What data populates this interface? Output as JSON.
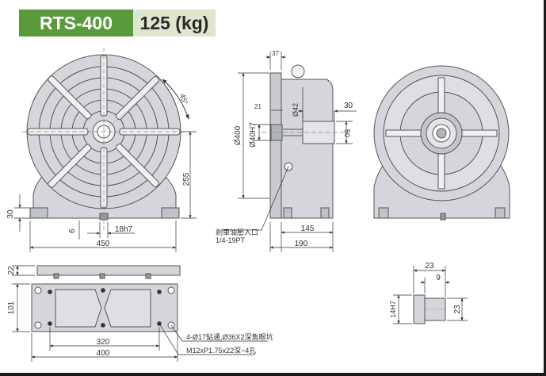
{
  "header": {
    "model": "RTS-400",
    "weight": "125 (kg)"
  },
  "dims": {
    "angle": "45°",
    "h255": "255",
    "h30": "30",
    "d6": "6",
    "slot": "18h7",
    "w450": "450",
    "top37": "37",
    "d21": "21",
    "dia42": "Ø42",
    "w30": "30",
    "dia400": "Ø400",
    "dia40": "Ø40H7",
    "h50": "50",
    "w145": "145",
    "w190": "190",
    "h22": "22",
    "h101": "101",
    "w320": "320",
    "w400": "400",
    "k23a": "23",
    "k9": "9",
    "k14": "14H7",
    "k23b": "23"
  },
  "notes": {
    "oil_port": "剎車油壓入口",
    "oil_thread": "1/4-19PT",
    "holes": "4-Ø17鉆通,Ø36X2深魚眼坑",
    "tapped": "M12xP1.75x22深~4孔"
  },
  "colors": {
    "brand_green": "#5a9a3c",
    "weight_bg": "#dfe6cf",
    "part_fill": "#d4d6dc",
    "part_stroke": "#555555"
  }
}
